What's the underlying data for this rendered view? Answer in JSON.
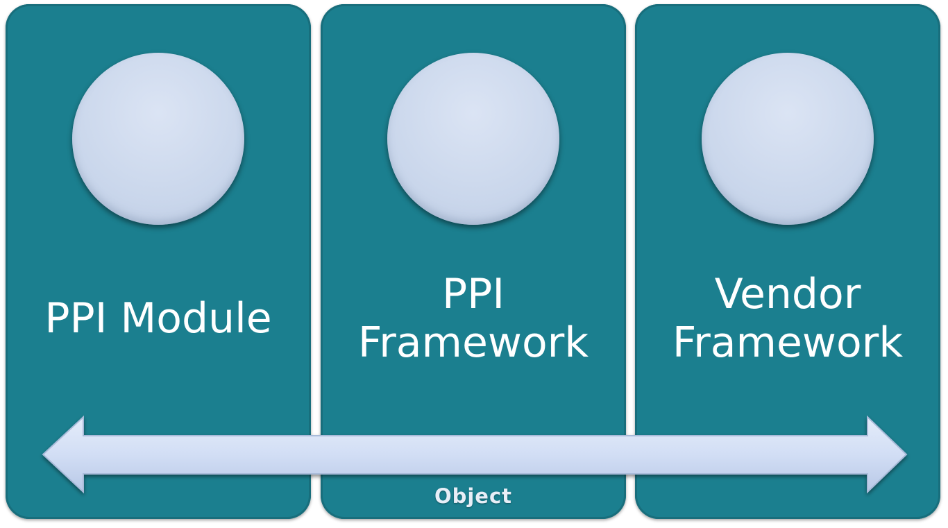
{
  "panels": [
    {
      "label": "PPI Module"
    },
    {
      "label": "PPI\nFramework"
    },
    {
      "label": "Vendor\nFramework"
    }
  ],
  "arrow": {
    "label": "Object",
    "direction": "bidirectional"
  },
  "colors": {
    "panel_fill": "#1b7f8f",
    "circle_fill": "#cdd9ee",
    "arrow_fill": "#d2def5",
    "text": "#ffffff"
  }
}
